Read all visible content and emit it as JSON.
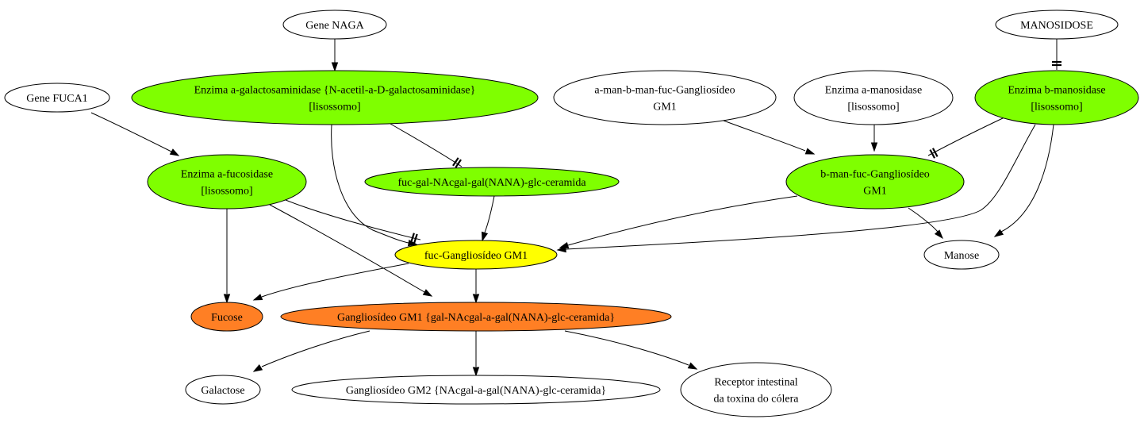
{
  "colors": {
    "green": "#7fff00",
    "yellow": "#ffff00",
    "orange": "#ff7f24",
    "white": "#ffffff"
  },
  "nodes": {
    "gene_naga": {
      "lines": [
        "Gene NAGA"
      ],
      "color": "white"
    },
    "manosidose": {
      "lines": [
        "MANOSIDOSE"
      ],
      "color": "white"
    },
    "gene_fuca1": {
      "lines": [
        "Gene FUCA1"
      ],
      "color": "white"
    },
    "enz_galnac": {
      "lines": [
        "Enzima a-galactosaminidase {N-acetil-a-D-galactosaminidase}",
        "[lisossomo]"
      ],
      "color": "green"
    },
    "a_man_b_man": {
      "lines": [
        "a-man-b-man-fuc-Gangliosídeo",
        "GM1"
      ],
      "color": "white"
    },
    "enz_a_man": {
      "lines": [
        "Enzima a-manosidase",
        "[lisossomo]"
      ],
      "color": "white"
    },
    "enz_b_man": {
      "lines": [
        "Enzima b-manosidase",
        "[lisossomo]"
      ],
      "color": "green"
    },
    "enz_a_fuc": {
      "lines": [
        "Enzima a-fucosidase",
        "[lisossomo]"
      ],
      "color": "green"
    },
    "fuc_gal_nac": {
      "lines": [
        "fuc-gal-NAcgal-gal(NANA)-glc-ceramida"
      ],
      "color": "green"
    },
    "b_man_fuc": {
      "lines": [
        "b-man-fuc-Gangliosídeo",
        "GM1"
      ],
      "color": "green"
    },
    "fuc_gm1": {
      "lines": [
        "fuc-Gangliosídeo GM1"
      ],
      "color": "yellow"
    },
    "manose": {
      "lines": [
        "Manose"
      ],
      "color": "white"
    },
    "fucose": {
      "lines": [
        "Fucose"
      ],
      "color": "orange"
    },
    "gm1": {
      "lines": [
        "Gangliosídeo GM1 {gal-NAcgal-a-gal(NANA)-glc-ceramida}"
      ],
      "color": "orange"
    },
    "galactose": {
      "lines": [
        "Galactose"
      ],
      "color": "white"
    },
    "gm2": {
      "lines": [
        "Gangliosídeo GM2 {NAcgal-a-gal(NANA)-glc-ceramida}"
      ],
      "color": "white"
    },
    "receptor": {
      "lines": [
        "Receptor intestinal",
        "da toxina do cólera"
      ],
      "color": "white"
    }
  },
  "edges": [
    {
      "from": "gene_naga",
      "to": "enz_galnac",
      "head": "arrow"
    },
    {
      "from": "manosidose",
      "to": "enz_b_man",
      "head": "tee"
    },
    {
      "from": "gene_fuca1",
      "to": "enz_a_fuc",
      "head": "arrow"
    },
    {
      "from": "enz_galnac",
      "to": "fuc_gal_nac",
      "head": "tee"
    },
    {
      "from": "enz_galnac",
      "to": "fuc_gm1",
      "head": "arrow"
    },
    {
      "from": "a_man_b_man",
      "to": "b_man_fuc",
      "head": "arrow"
    },
    {
      "from": "enz_a_man",
      "to": "b_man_fuc",
      "head": "arrow"
    },
    {
      "from": "enz_b_man",
      "to": "b_man_fuc",
      "head": "tee"
    },
    {
      "from": "enz_b_man",
      "to": "fuc_gm1",
      "head": "arrow"
    },
    {
      "from": "enz_b_man",
      "to": "manose",
      "head": "arrow"
    },
    {
      "from": "enz_a_fuc",
      "to": "fuc_gm1",
      "head": "tee"
    },
    {
      "from": "enz_a_fuc",
      "to": "fucose",
      "head": "arrow"
    },
    {
      "from": "enz_a_fuc",
      "to": "gm1",
      "head": "arrow"
    },
    {
      "from": "fuc_gal_nac",
      "to": "fuc_gm1",
      "head": "arrow"
    },
    {
      "from": "b_man_fuc",
      "to": "fuc_gm1",
      "head": "arrow"
    },
    {
      "from": "b_man_fuc",
      "to": "manose",
      "head": "arrow"
    },
    {
      "from": "fuc_gm1",
      "to": "fucose",
      "head": "arrow"
    },
    {
      "from": "fuc_gm1",
      "to": "gm1",
      "head": "arrow"
    },
    {
      "from": "gm1",
      "to": "galactose",
      "head": "arrow"
    },
    {
      "from": "gm1",
      "to": "gm2",
      "head": "arrow"
    },
    {
      "from": "gm1",
      "to": "receptor",
      "head": "arrow"
    }
  ]
}
